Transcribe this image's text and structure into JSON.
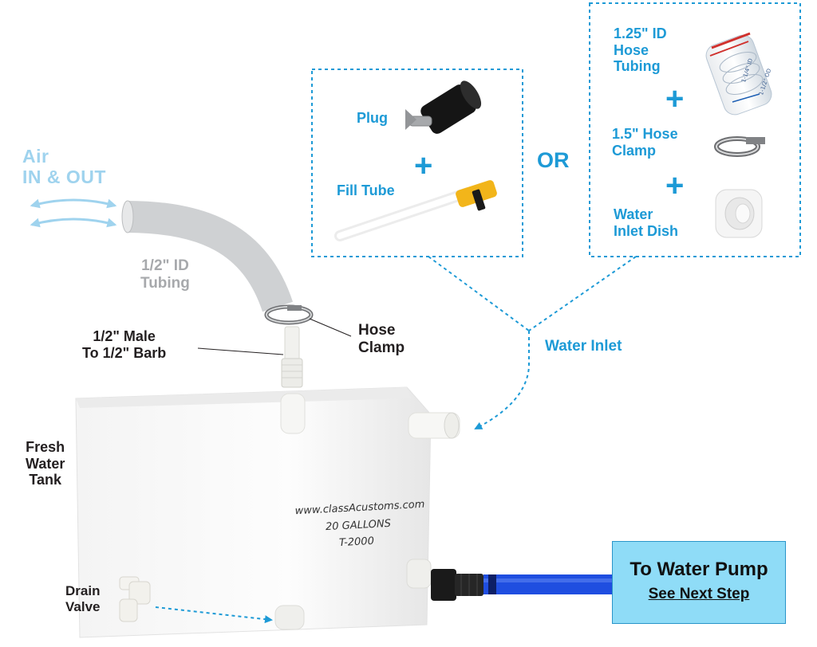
{
  "labels": {
    "air": [
      "Air",
      "IN & OUT"
    ],
    "tubing_half": [
      "1/2\" ID",
      "Tubing"
    ],
    "male_barb": [
      "1/2\" Male",
      "To 1/2\" Barb"
    ],
    "hose_clamp": [
      "Hose",
      "Clamp"
    ],
    "fresh_water_tank": [
      "Fresh",
      "Water",
      "Tank"
    ],
    "drain_valve": [
      "Drain",
      "Valve"
    ],
    "water_inlet": "Water Inlet",
    "or": "OR"
  },
  "option_a": {
    "plug": "Plug",
    "fill_tube": "Fill Tube",
    "plus": "+"
  },
  "option_b": {
    "hose_tubing": [
      "1.25\" ID",
      "Hose",
      "Tubing"
    ],
    "hose_clamp": [
      "1.5\" Hose",
      "Clamp"
    ],
    "inlet_dish": [
      "Water",
      "Inlet Dish"
    ],
    "plus": "+",
    "tube_marks": [
      "1-1/4\" ID",
      "1-1/2\" OD"
    ]
  },
  "tank": {
    "website": "www.classAcustoms.com",
    "capacity": "20 GALLONS",
    "model": "T-2000"
  },
  "pump_box": {
    "title": "To Water Pump",
    "subtitle": "See Next Step"
  },
  "colors": {
    "accent_blue": "#1d9ad6",
    "light_blue": "#9fd3ee",
    "pump_box_fill": "#8fdcf7",
    "hose_blue": "#1f4ee0",
    "tubing_grey": "#d0d2d4"
  }
}
